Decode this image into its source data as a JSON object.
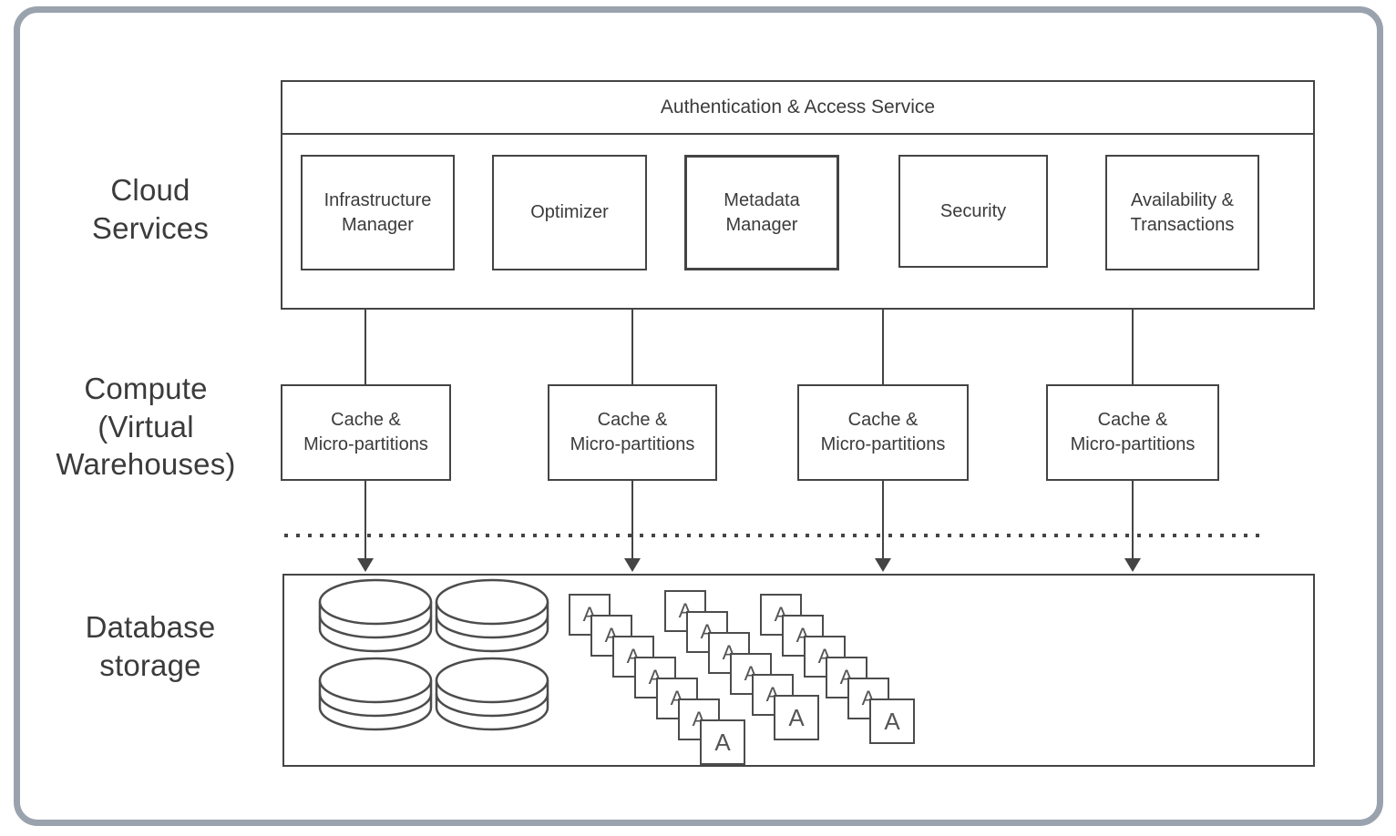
{
  "colors": {
    "frame_border": "#9aa2ad",
    "line": "#444444",
    "text": "#3b3b3b",
    "background": "#ffffff"
  },
  "layers": [
    {
      "id": "cloud-services",
      "label": "Cloud\nServices"
    },
    {
      "id": "compute",
      "label": "Compute\n(Virtual\nWarehouses)"
    },
    {
      "id": "database-storage",
      "label": "Database\nstorage"
    }
  ],
  "cloud_services": {
    "header": "Authentication & Access Service",
    "services": [
      "Infrastructure\nManager",
      "Optimizer",
      "Metadata\nManager",
      "Security",
      "Availability &\nTransactions"
    ]
  },
  "compute": {
    "warehouses": [
      "Cache &\nMicro-partitions",
      "Cache &\nMicro-partitions",
      "Cache &\nMicro-partitions",
      "Cache &\nMicro-partitions"
    ]
  },
  "database_storage": {
    "disk_count": 4,
    "partition_file_label": "A",
    "partition_stacks": [
      7,
      6,
      6
    ]
  }
}
